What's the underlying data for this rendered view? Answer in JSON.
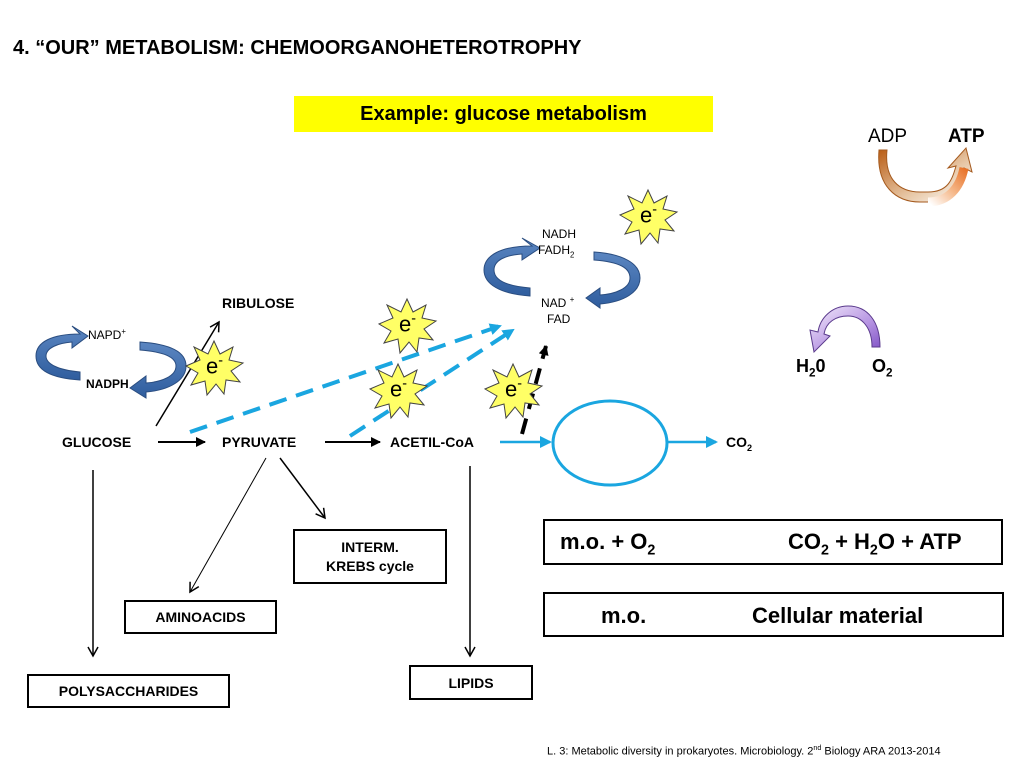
{
  "title": "4. “OUR” METABOLISM: CHEMOORGANOHETEROTROPHY",
  "banner": "Example: glucose metabolism",
  "energy": {
    "adp": "ADP",
    "atp": "ATP",
    "h2o_base": "H",
    "h2o_sub": "2",
    "h2o_end": "0",
    "o2_base": "O",
    "o2_sub": "2"
  },
  "cofactors": {
    "napd": "NAPD",
    "napd_sup": "+",
    "nadph": "NADPH",
    "nadh": "NADH",
    "fadh_base": "FADH",
    "fadh_sub": "2",
    "nad": "NAD",
    "nad_sup": "+",
    "fad": "FAD",
    "electron": "e",
    "electron_sup": "-"
  },
  "pathway": {
    "glucose": "GLUCOSE",
    "pyruvate": "PYRUVATE",
    "acetilcoa": "ACETIL-CoA",
    "ribulose": "RIBULOSE",
    "co2_base": "CO",
    "co2_sub": "2"
  },
  "products": {
    "interm_line1": "INTERM.",
    "interm_line2": "KREBS cycle",
    "aminoacids": "AMINOACIDS",
    "polysaccharides": "POLYSACCHARIDES",
    "lipids": "LIPIDS"
  },
  "equations": {
    "eq1_left_base": "m.o. + O",
    "eq1_left_sub": "2",
    "eq1_right_a": "CO",
    "eq1_right_sub1": "2",
    "eq1_right_b": " + H",
    "eq1_right_sub2": "2",
    "eq1_right_c": "O + ATP",
    "eq2_left": "m.o.",
    "eq2_right": "Cellular material"
  },
  "footer": {
    "a": "L. 3: Metabolic diversity in prokaryotes.  Microbiology. 2",
    "sup": "nd",
    "b": " Biology ARA  2013-2014"
  }
}
